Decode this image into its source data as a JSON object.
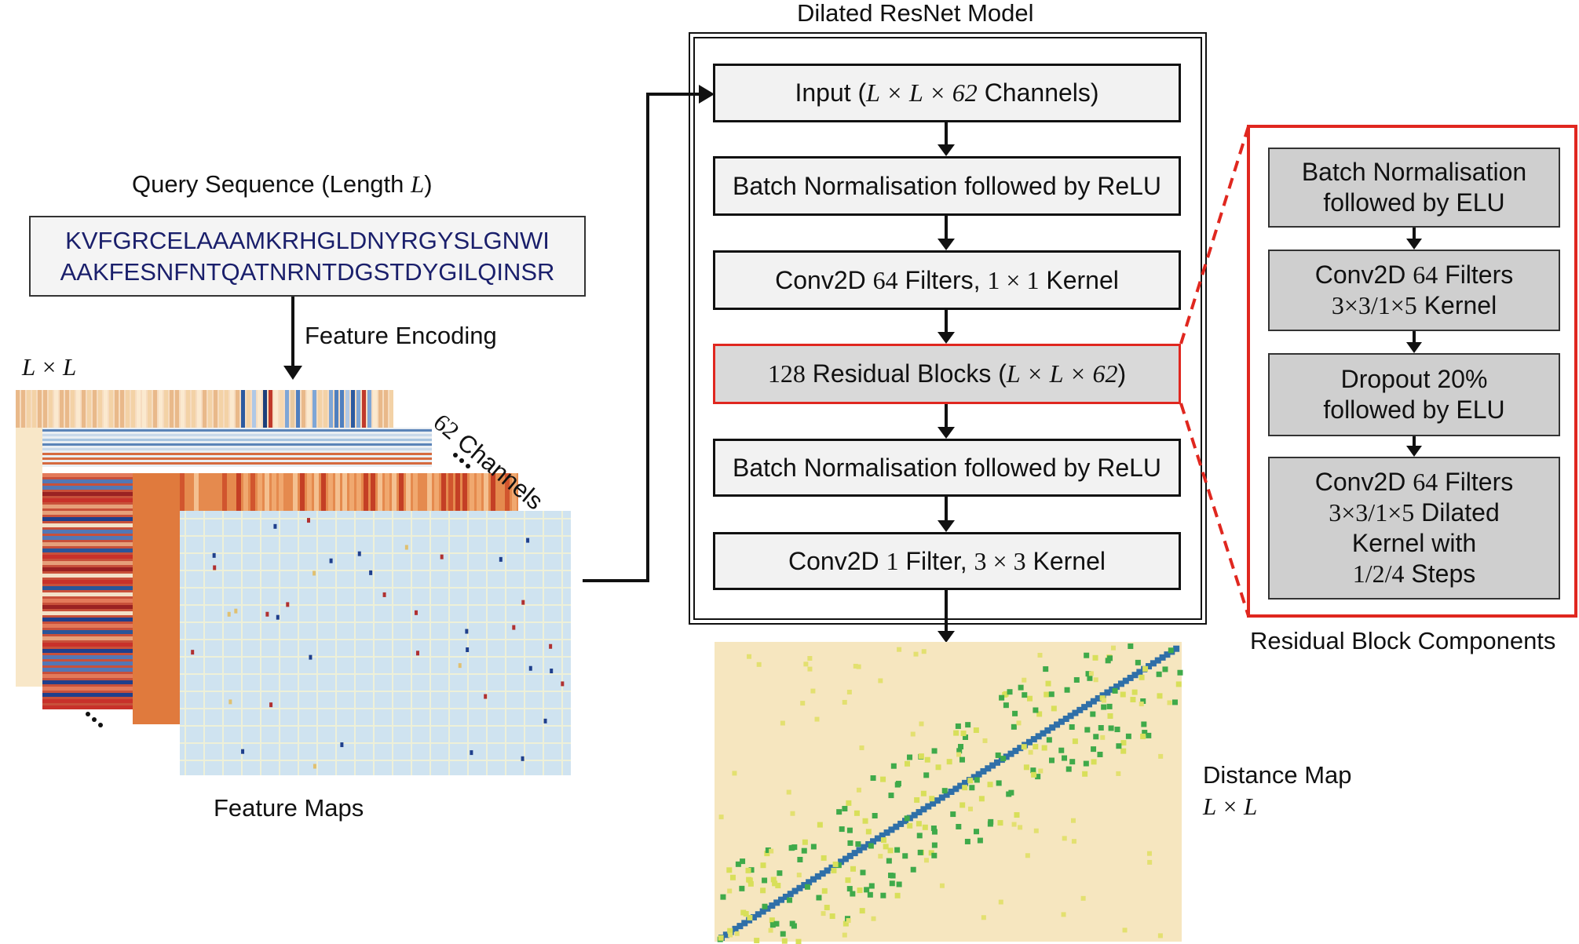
{
  "left_panel": {
    "query_title_prefix": "Query Sequence (Length ",
    "query_title_var": "L",
    "query_title_suffix": ")",
    "sequence_line1": "KVFGRCELAAAMKRHGLDNYRGYSLGNWI",
    "sequence_line2": "AAKFESNFNTQATNRNTDGSTDYGILQINSR",
    "feature_encoding": "Feature Encoding",
    "lxl_a": "L",
    "lxl_times": "×",
    "lxl_b": "L",
    "channels_num": "62",
    "channels_word": " Channels",
    "feature_maps": "Feature Maps"
  },
  "model": {
    "title": "Dilated ResNet Model",
    "input_prefix": "Input (",
    "input_math": "L × L × 62",
    "input_suffix": " Channels)",
    "bn_relu_1": "Batch Normalisation followed by ReLU",
    "conv1_prefix": "Conv2D ",
    "conv1_num": "64",
    "conv1_mid": " Filters, ",
    "conv1_kernel": "1 × 1",
    "conv1_suffix": " Kernel",
    "res_num": "128",
    "res_mid": " Residual Blocks (",
    "res_math": "L × L × 62",
    "res_suffix": ")",
    "bn_relu_2": "Batch Normalisation followed by ReLU",
    "conv2_prefix": "Conv2D ",
    "conv2_num": "1",
    "conv2_mid": " Filter, ",
    "conv2_kernel": "3 × 3",
    "conv2_suffix": " Kernel"
  },
  "residual": {
    "b1_l1": "Batch Normalisation",
    "b1_l2": "followed by ELU",
    "b2_l1_prefix": "Conv2D ",
    "b2_l1_num": "64",
    "b2_l1_suffix": " Filters",
    "b2_l2_math": "3×3/1×5",
    "b2_l2_suffix": " Kernel",
    "b3_l1": "Dropout 20%",
    "b3_l2": "followed by ELU",
    "b4_l1_prefix": "Conv2D ",
    "b4_l1_num": "64",
    "b4_l1_suffix": " Filters",
    "b4_l2_math": "3×3/1×5",
    "b4_l2_suffix": " Dilated",
    "b4_l3": "Kernel with",
    "b4_l4_math": "1/2/4",
    "b4_l4_suffix": " Steps",
    "caption": "Residual Block Components"
  },
  "output": {
    "label": "Distance Map",
    "lxl_a": "L",
    "lxl_times": "×",
    "lxl_b": "L"
  },
  "colors": {
    "residual_red": "#e0271f",
    "sequence_blue": "#1a1f6b",
    "box_grey": "#f2f2f2",
    "residual_grey": "#cfcfcf"
  }
}
